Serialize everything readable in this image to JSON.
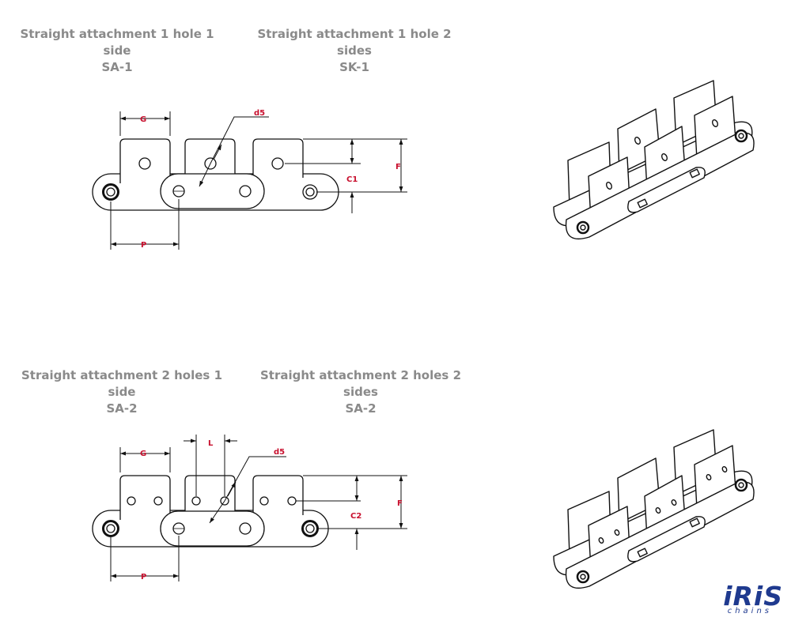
{
  "captions": {
    "sa1": {
      "title": "Straight attachment 1 hole 1 side",
      "code": "SA-1"
    },
    "sk1": {
      "title": "Straight attachment 1 hole 2 sides",
      "code": "SK-1"
    },
    "sa2": {
      "title": "Straight attachment 2 holes 1 side",
      "code": "SA-2"
    },
    "sa2b": {
      "title": "Straight attachment 2 holes 2 sides",
      "code": "SA-2"
    }
  },
  "dimensions": {
    "top": {
      "g": "G",
      "d5": "d5",
      "c1": "C1",
      "f": "F",
      "p": "P"
    },
    "bottom": {
      "g": "G",
      "l": "L",
      "d5": "d5",
      "c2": "C2",
      "f": "F",
      "p": "P"
    }
  },
  "logo": {
    "name": "iRiS",
    "sub": "chains"
  },
  "colors": {
    "dimension": "#c8102e",
    "line": "#111111",
    "caption": "#8a8a8a",
    "logo": "#1f3a8f"
  }
}
